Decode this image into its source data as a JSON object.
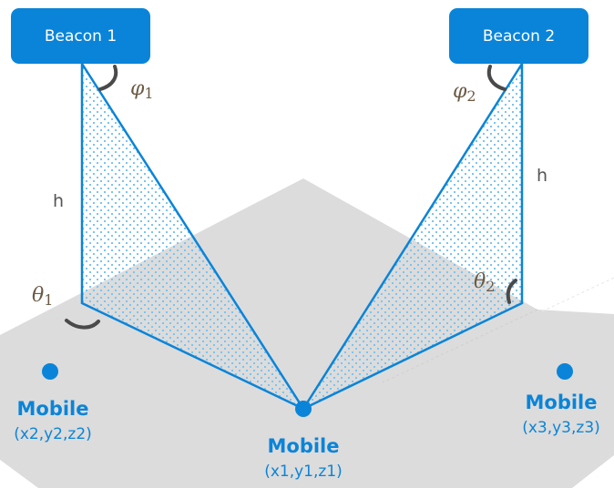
{
  "colors": {
    "accent": "#0a84d8",
    "floor": "#dcdcdc",
    "dots": "#7cc4f0",
    "arc": "#4a4a4a",
    "angle_label": "#6b5a44"
  },
  "beacons": [
    {
      "label": "Beacon 1"
    },
    {
      "label": "Beacon 2"
    }
  ],
  "heights": [
    {
      "label": "h"
    },
    {
      "label": "h"
    }
  ],
  "angles": {
    "phi1": {
      "symbol": "φ",
      "sub": "1"
    },
    "phi2": {
      "symbol": "φ",
      "sub": "2"
    },
    "theta1": {
      "symbol": "θ",
      "sub": "1"
    },
    "theta2": {
      "symbol": "θ",
      "sub": "2"
    }
  },
  "mobiles": [
    {
      "name": "Mobile",
      "coords": "(x1,y1,z1)"
    },
    {
      "name": "Mobile",
      "coords": "(x2,y2,z2)"
    },
    {
      "name": "Mobile",
      "coords": "(x3,y3,z3)"
    }
  ]
}
